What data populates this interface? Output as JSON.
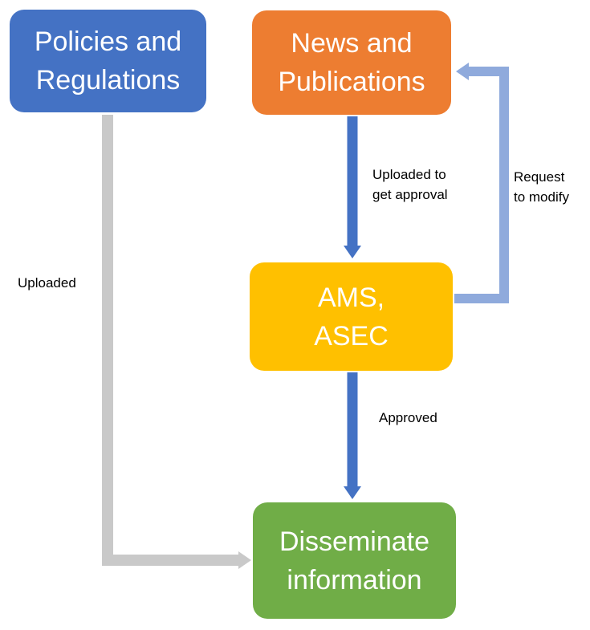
{
  "nodes": {
    "policies": {
      "text": "Policies and\nRegulations",
      "color": "#4472C4"
    },
    "news": {
      "text": "News and\nPublications",
      "color": "#ED7D31"
    },
    "ams": {
      "text": "AMS,\nASEC",
      "color": "#FFC000"
    },
    "disseminate": {
      "text": "Disseminate\ninformation",
      "color": "#70AD47"
    }
  },
  "edges": {
    "policies_to_disseminate": {
      "label": "Uploaded",
      "color": "#C9C9C9"
    },
    "news_to_ams": {
      "label": "Uploaded to\nget approval",
      "color": "#4472C4"
    },
    "ams_to_news": {
      "label": "Request\nto modify",
      "color": "#8FAADC"
    },
    "ams_to_disseminate": {
      "label": "Approved",
      "color": "#4472C4"
    }
  }
}
